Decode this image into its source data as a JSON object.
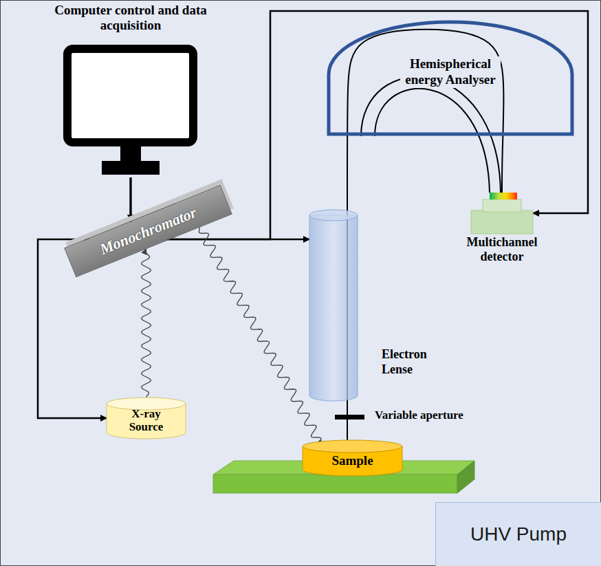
{
  "diagram": {
    "nodes": [
      {
        "text": [
          "Computer control and data acquisition"
        ]
      },
      {
        "text": [
          "Monochromator"
        ]
      },
      {
        "text": [
          "X-ray Source"
        ]
      },
      {
        "text": [
          "Sample"
        ]
      },
      {
        "text": [
          "Electron Lense"
        ]
      },
      {
        "text": [
          "Hemispherical energy Analyser"
        ]
      },
      {
        "text": [
          "Multichannel detector"
        ]
      },
      {
        "text": [
          "UHV Pump"
        ]
      }
    ],
    "edges": [
      {
        "from": 0,
        "to": 1,
        "arrow": "to"
      },
      {
        "from": 0,
        "to": 4,
        "arrow": "to"
      },
      {
        "from": 0,
        "to": 2,
        "arrow": "to"
      },
      {
        "from": 0,
        "to": 6,
        "arrow": "to"
      },
      {
        "from": 2,
        "to": 1,
        "arrow": "to"
      },
      {
        "from": 1,
        "to": 3,
        "arrow": "to"
      },
      {
        "from": 3,
        "to": 6,
        "arrow": "none"
      }
    ],
    "labels": [
      "Variable aperture"
    ]
  }
}
